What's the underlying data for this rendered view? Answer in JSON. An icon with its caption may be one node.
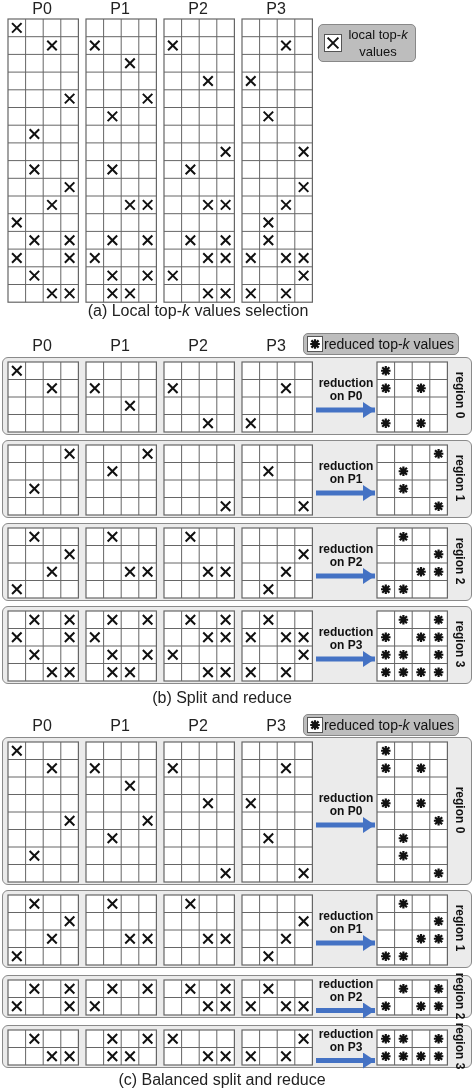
{
  "diagram": {
    "nodes": [
      {
        "text": [
          "region 0"
        ]
      },
      {
        "text": [],
        "shape": "box",
        "in": 0
      },
      {
        "text": [
          "region 1"
        ]
      },
      {
        "text": [],
        "shape": "box",
        "in": 2
      },
      {
        "text": [
          "region 2"
        ]
      },
      {
        "text": [],
        "shape": "box",
        "in": 4
      },
      {
        "text": [
          "region 3"
        ]
      },
      {
        "text": [],
        "shape": "box",
        "in": 6
      },
      {
        "text": [
          "region 0"
        ]
      },
      {
        "text": [],
        "shape": "box",
        "in": 8
      },
      {
        "text": [
          "region 1"
        ]
      },
      {
        "text": [],
        "shape": "box",
        "in": 10
      },
      {
        "text": [
          "region 2"
        ]
      },
      {
        "text": [],
        "shape": "box",
        "in": 12
      },
      {
        "text": [
          "region 3"
        ]
      },
      {
        "text": [],
        "shape": "box",
        "in": 14
      }
    ],
    "edges": [
      {
        "from": null,
        "to": 1,
        "arrow": "to",
        "label": "reduction on P0"
      },
      {
        "from": null,
        "to": 3,
        "arrow": "to",
        "label": "reduction on P1"
      },
      {
        "from": null,
        "to": 5,
        "arrow": "to",
        "label": "reduction on P2"
      },
      {
        "from": null,
        "to": 7,
        "arrow": "to",
        "label": "reduction on P3"
      },
      {
        "from": null,
        "to": 9,
        "arrow": "to",
        "label": "reduction on P0"
      },
      {
        "from": null,
        "to": 11,
        "arrow": "to",
        "label": "reduction on P1"
      },
      {
        "from": null,
        "to": 13,
        "arrow": "to",
        "label": "reduction on P2"
      },
      {
        "from": null,
        "to": 15,
        "arrow": "to",
        "label": "reduction on P3"
      }
    ],
    "labels": [
      "P0",
      "P1",
      "P2",
      "P3",
      "(a) Local top-*k* values selection",
      "P0",
      "P1",
      "P2",
      "P3",
      "(b) Split and reduce",
      "P0",
      "P1",
      "P2",
      "P3",
      "(c) Balanced split and reduce"
    ],
    "legend": [
      {
        "text": "local top-*k* values"
      },
      {
        "text": "reduced top-*k* values"
      },
      {
        "text": "reduced top-*k* values"
      }
    ]
  }
}
